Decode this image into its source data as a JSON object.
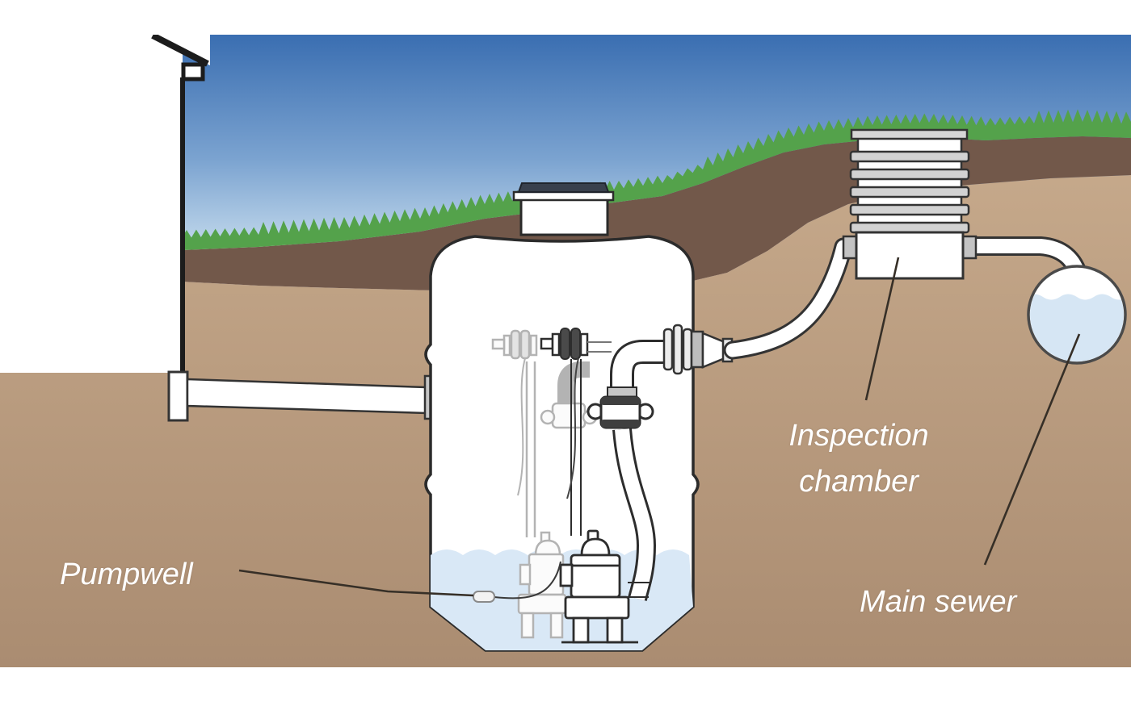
{
  "scene": {
    "labels": {
      "pumpwell": "Pumpwell",
      "inspection_chamber": [
        "Inspection",
        "chamber"
      ],
      "main_sewer": "Main sewer"
    },
    "colors": {
      "sky_top": "#3a6eb1",
      "sky_horizon": "#bdd5ea",
      "grass": "#54a24b",
      "topsoil": "#72584a",
      "subsoil_top": "#c6a98b",
      "subsoil_bottom": "#aa8c71",
      "water": "#d9e8f6",
      "tank_body": "#ffffff",
      "tank_outline": "#2b2b2b",
      "lid": "#39404d",
      "fitting_gray": "#c6c6c6",
      "leader_line": "#362f27",
      "label_text": "#ffffff"
    }
  }
}
